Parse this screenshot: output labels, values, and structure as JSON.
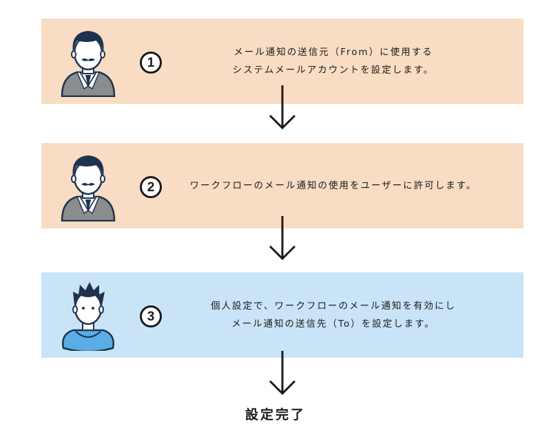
{
  "steps": [
    {
      "number": "1",
      "role_icon": "admin-avatar-icon",
      "lines": [
        "メール通知の送信元（From）に使用する",
        "システムメールアカウントを設定します。"
      ]
    },
    {
      "number": "2",
      "role_icon": "admin-avatar-icon",
      "lines": [
        "ワークフローのメール通知の使用をユーザーに許可します。"
      ]
    },
    {
      "number": "3",
      "role_icon": "user-avatar-icon",
      "lines": [
        "個人設定で、ワークフローのメール通知を有効にし",
        "メール通知の送信先（To）を設定します。"
      ]
    }
  ],
  "completion_label": "設定完了",
  "colors": {
    "admin_box": "#f9dcc4",
    "user_box": "#c9e4f7",
    "admin_suit": "#8a8c8e",
    "user_shirt": "#5aaee5",
    "hair": "#1e3350",
    "outline": "#1a1a1a"
  }
}
